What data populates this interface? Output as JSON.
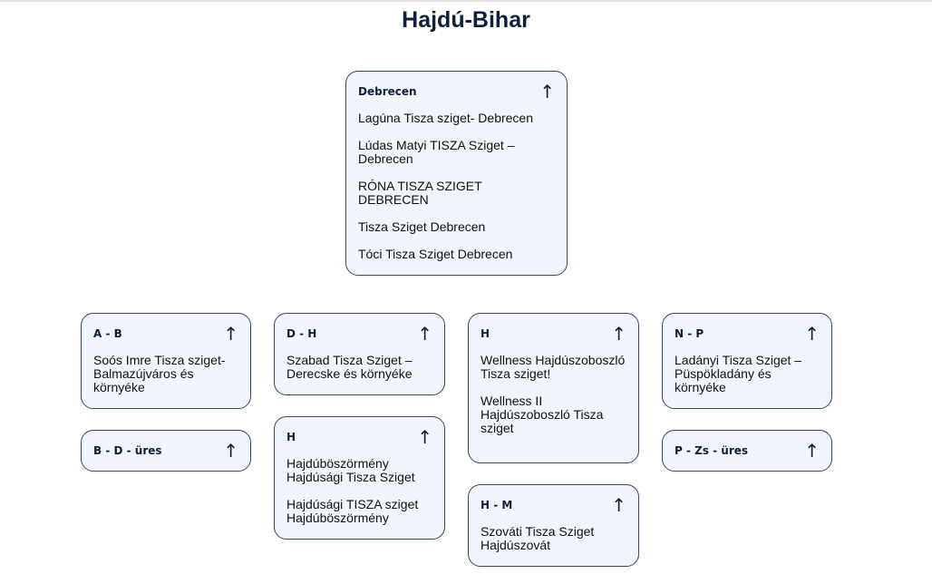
{
  "page_title": "Hajdú-Bihar",
  "cards": [
    {
      "title": "Debrecen",
      "items": [
        "Lagúna Tisza sziget- Debrecen",
        "Lúdas Matyi TISZA Sziget – Debrecen",
        "RÓNA TISZA SZIGET DEBRECEN",
        "Tisza Sziget Debrecen",
        "Tóci Tisza Sziget Debrecen"
      ]
    },
    {
      "title": "A - B",
      "items": [
        "Soós Imre Tisza sziget- Balmazújváros és környéke"
      ]
    },
    {
      "title": "B - D - üres",
      "items": []
    },
    {
      "title": "D - H",
      "items": [
        "Szabad Tisza Sziget – Derecske és környéke"
      ]
    },
    {
      "title": "H",
      "items": [
        "Hajdúböszörmény Hajdúsági Tisza Sziget",
        "Hajdúsági TISZA sziget Hajdúböszörmény"
      ]
    },
    {
      "title": "H",
      "items": [
        "Wellness Hajdúszoboszló Tisza sziget!",
        "Wellness II Hajdúszoboszló Tisza sziget"
      ]
    },
    {
      "title": "H - M",
      "items": [
        "Szováti Tisza Sziget Hajdúszovát"
      ]
    },
    {
      "title": "N - P",
      "items": [
        "Ladányi Tisza Sziget – Püspökladány és környéke"
      ]
    },
    {
      "title": "P - Zs - üres",
      "items": []
    }
  ],
  "arrow_icon": "↑"
}
